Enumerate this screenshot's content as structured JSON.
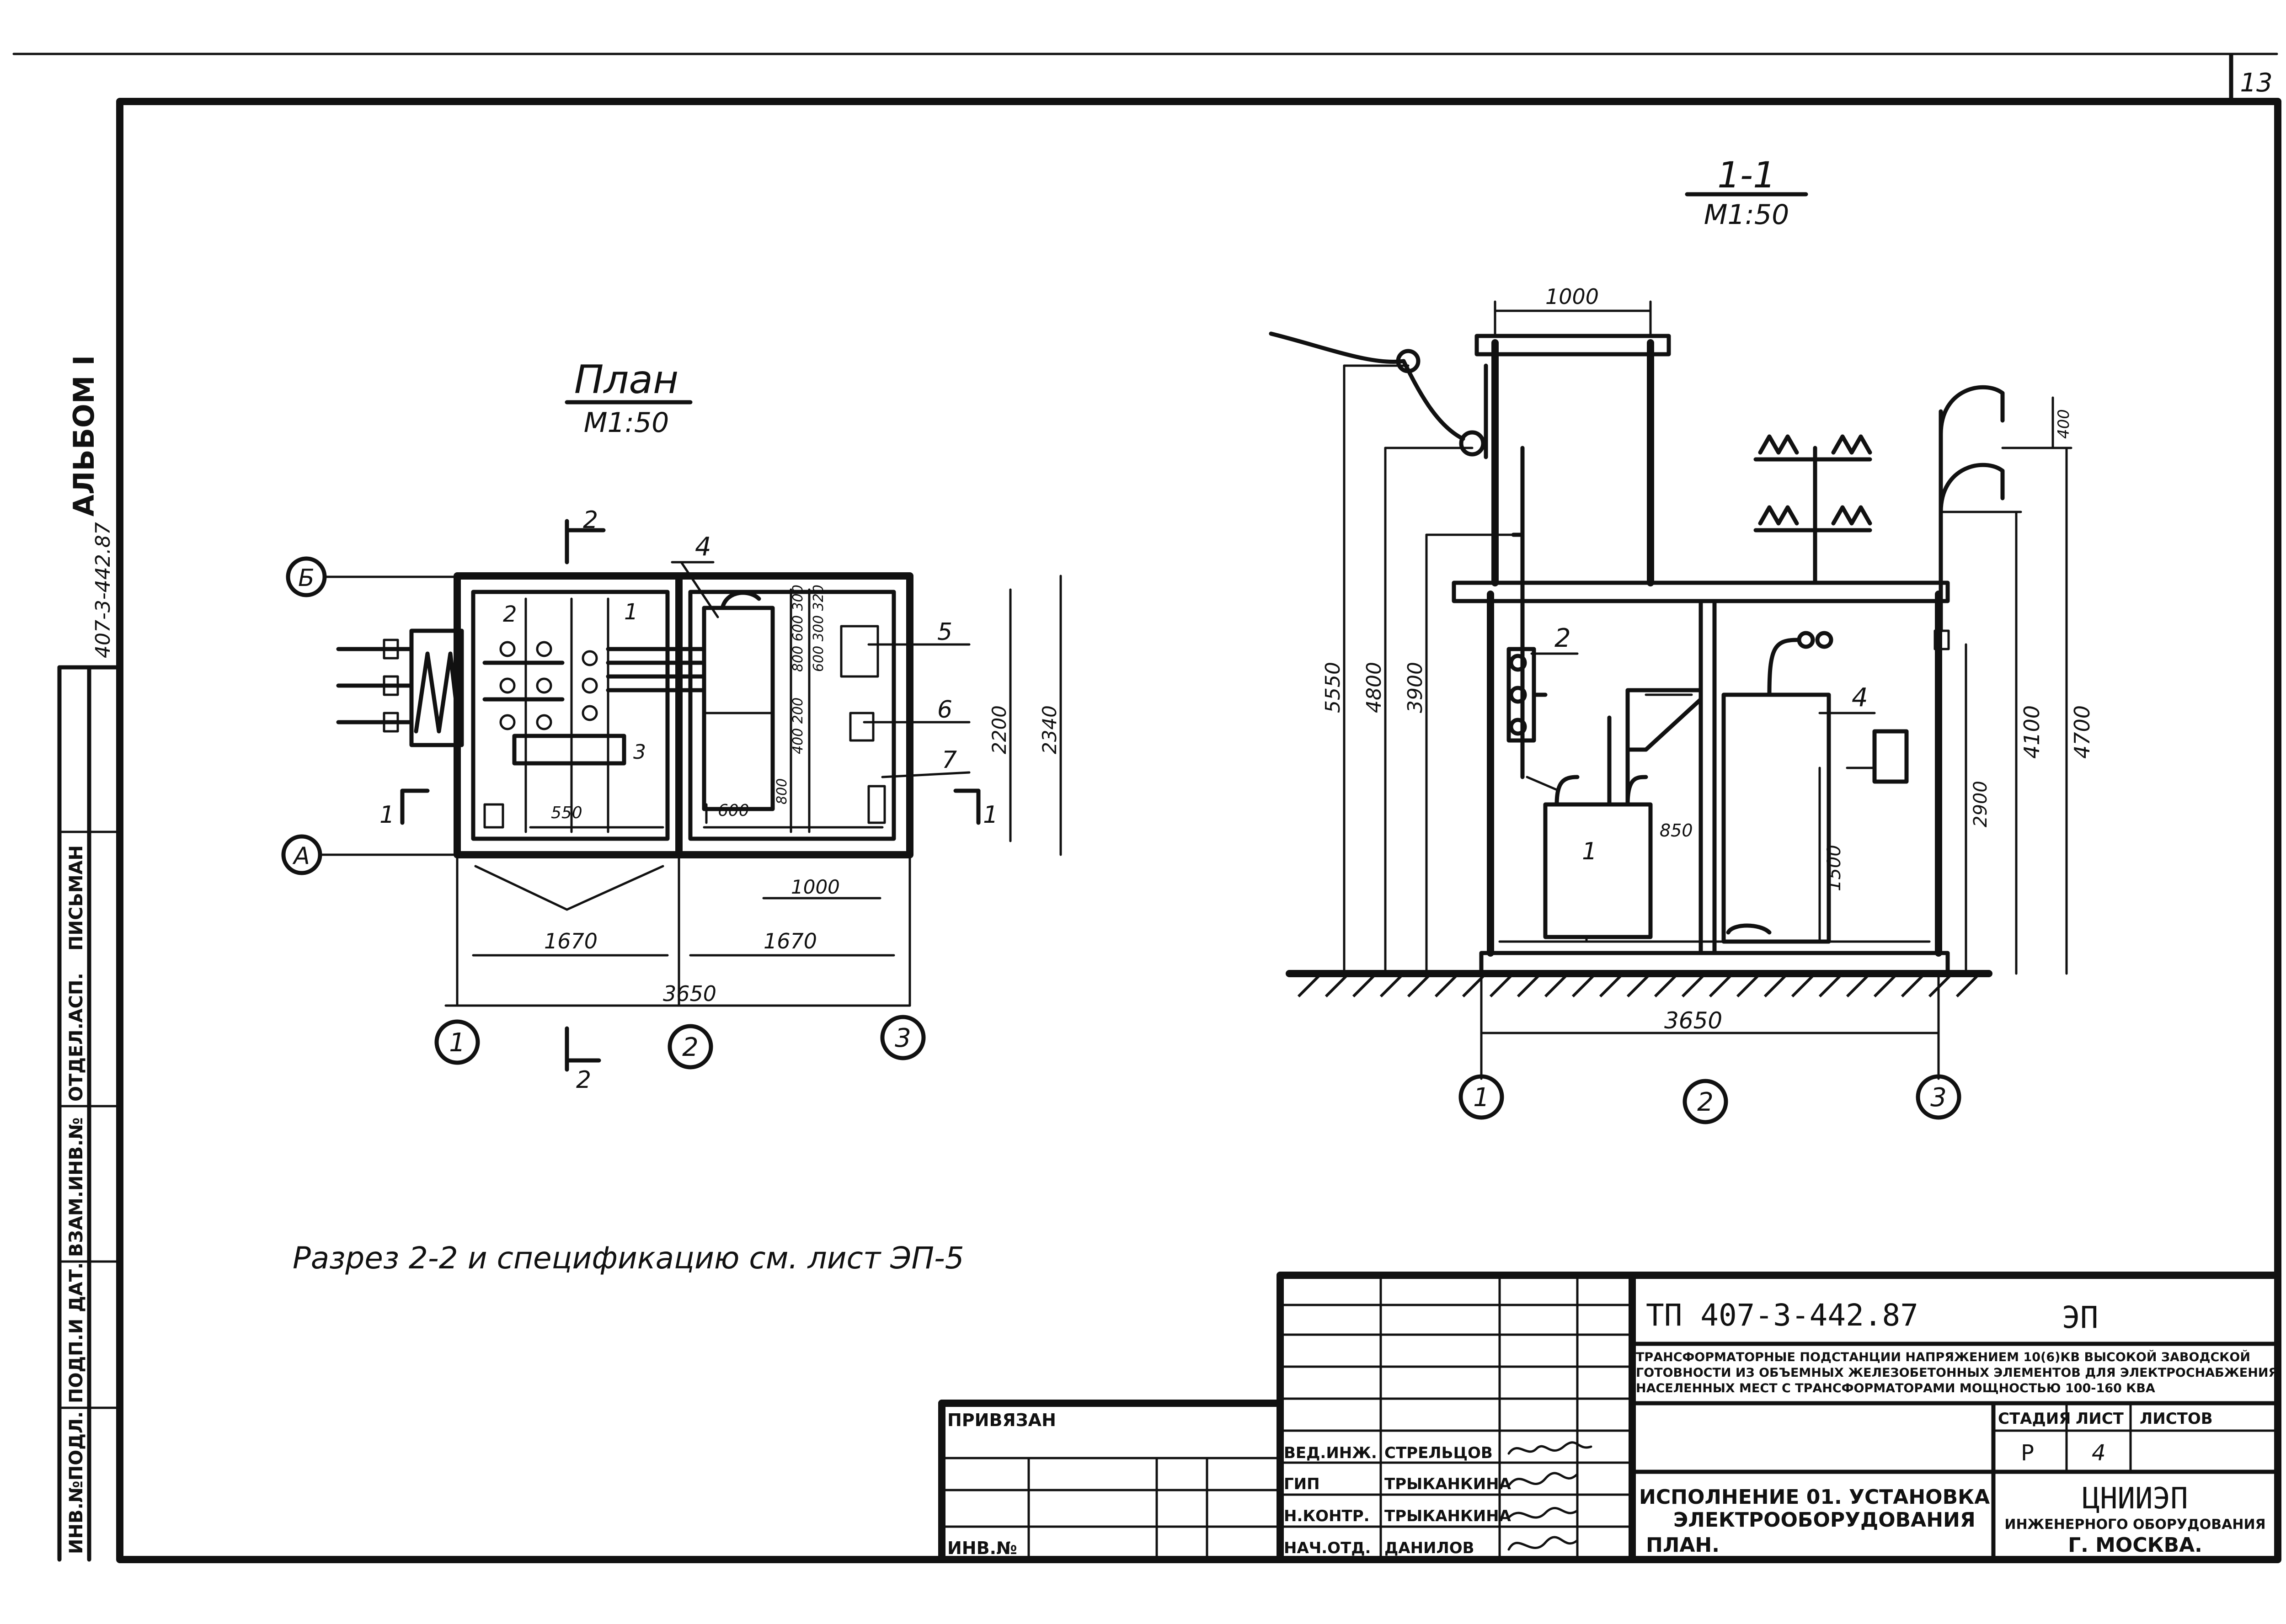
{
  "sheet": {
    "page_number": "13"
  },
  "margin_strip": {
    "album": "АЛЬБОМ I",
    "album_code": "407-3-442.87",
    "labels": [
      "ИНВ.№ПОДЛ.",
      "ПОДП.И ДАТ.",
      "ВЗАМ.ИНВ.№",
      "ОТДЕЛ.АСП.",
      "ПИСЬМАН"
    ]
  },
  "plan": {
    "title": "План",
    "scale": "М1:50",
    "axis_rows": [
      "Б",
      "А"
    ],
    "axis_cols": [
      "1",
      "2",
      "3"
    ],
    "section_marks": [
      "2",
      "2",
      "1",
      "1"
    ],
    "dims": {
      "width_left": "1670",
      "width_right": "1670",
      "width_total": "3650",
      "height_inner": "2200",
      "height_total": "2340",
      "d1000": "1000",
      "d550": "550",
      "d600": "600",
      "stack_top": "600 300 320",
      "stack_mid": "800 600 300",
      "stack_low": "400 200",
      "stack_bottom": "800"
    },
    "callouts": [
      "4",
      "2",
      "1",
      "3",
      "5",
      "6",
      "7"
    ]
  },
  "section": {
    "title": "1-1",
    "scale": "М1:50",
    "axis_cols": [
      "1",
      "2",
      "3"
    ],
    "dims": {
      "top_width": "1000",
      "base_width": "3650",
      "h5550": "5550",
      "h4800": "4800",
      "h3900": "3900",
      "h4100": "4100",
      "h4700": "4700",
      "h2900": "2900",
      "h1500": "1500",
      "h400": "400",
      "w850": "850"
    },
    "callouts": [
      "2",
      "4",
      "1"
    ]
  },
  "note": "Разрез 2-2 и спецификацию см. лист ЭП-5",
  "title_block": {
    "project_code": "ТП 407-3-442.87",
    "mark": "ЭП",
    "description_line1": "ТРАНСФОРМАТОРНЫЕ ПОДСТАНЦИИ НАПРЯЖЕНИЕМ 10(6)КВ ВЫСОКОЙ ЗАВОДСКОЙ",
    "description_line2": "ГОТОВНОСТИ ИЗ ОБЪЕМНЫХ ЖЕЛЕЗОБЕТОННЫХ ЭЛЕМЕНТОВ ДЛЯ ЭЛЕКТРОСНАБЖЕНИЯ",
    "description_line3": "НАСЕЛЕННЫХ МЕСТ С ТРАНСФОРМАТОРАМИ МОЩНОСТЬЮ 100-160 КВА",
    "sheet_title_line1": "ИСПОЛНЕНИЕ 01. УСТАНОВКА",
    "sheet_title_line2": "ЭЛЕКТРООБОРУДОВАНИЯ",
    "sheet_title_line3": "ПЛАН.",
    "stage_header": "СТАДИЯ",
    "sheet_header": "ЛИСТ",
    "sheets_header": "ЛИСТОВ",
    "stage": "Р",
    "sheet": "4",
    "org_line1": "ЦНИИЭП",
    "org_line2": "ИНЖЕНЕРНОГО ОБОРУДОВАНИЯ",
    "org_line3": "Г. МОСКВА.",
    "bound": "ПРИВЯЗАН",
    "inv": "ИНВ.№",
    "signers": [
      {
        "role": "ВЕД.ИНЖ.",
        "name": "СТРЕЛЬЦОВ"
      },
      {
        "role": "ГИП",
        "name": "ТРЫКАНКИНА"
      },
      {
        "role": "Н.КОНТР.",
        "name": "ТРЫКАНКИНА"
      },
      {
        "role": "НАЧ.ОТД.",
        "name": "ДАНИЛОВ"
      }
    ]
  }
}
